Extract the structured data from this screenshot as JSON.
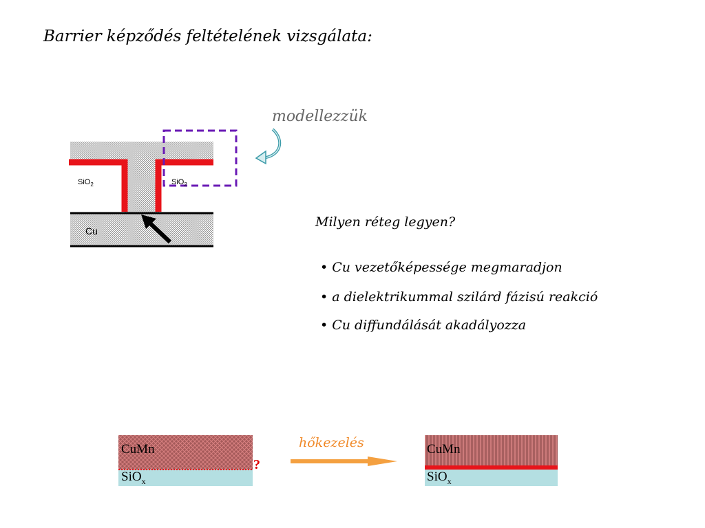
{
  "title": "Barrier képződés feltételének vizsgálata:",
  "model_label": "modellezzük",
  "question": "Milyen réteg legyen?",
  "bullets": [
    "• Cu vezetőképessége megmaradjon",
    "• a dielektrikummal szilárd fázisú reakció",
    "• Cu diffundálását akadályozza"
  ],
  "structure": {
    "sio2_left": "SiO",
    "sio2_left_sub": "2",
    "sio2_right": "SiO",
    "sio2_right_sub": "2",
    "cu": "Cu"
  },
  "before": {
    "top_label": "CuMn",
    "bottom_label": "SiO",
    "bottom_sub": "x",
    "question_mark": "?"
  },
  "process_label": "hőkezelés",
  "after": {
    "top_label": "CuMn",
    "bottom_label": "SiO",
    "bottom_sub": "x"
  },
  "colors": {
    "barrier_red": "#e8141a",
    "dash_purple": "#6a1ab5",
    "arrow_orange": "#f4a040",
    "sio_blue": "#b4dfe2",
    "cumn_red": "#c0504d",
    "model_arrow": "#3a9aa8"
  }
}
